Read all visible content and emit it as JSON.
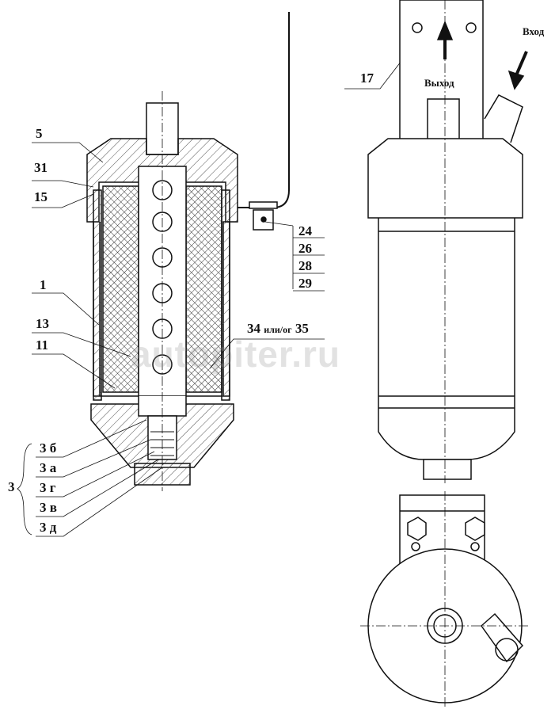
{
  "watermark": "autopiter.ru",
  "labels": {
    "l5": "5",
    "l31": "31",
    "l15": "15",
    "l1": "1",
    "l13": "13",
    "l11": "11",
    "l24": "24",
    "l26": "26",
    "l28": "28",
    "l29": "29",
    "l34": "34",
    "l34_or": "или/ог",
    "l35": "35",
    "l17": "17",
    "group3": "3",
    "l3b": "3 б",
    "l3a": "3 а",
    "l3g": "3 г",
    "l3v": "3 в",
    "l3d": "3 д"
  },
  "flow": {
    "outlet": "Выход",
    "inlet": "Вход"
  }
}
